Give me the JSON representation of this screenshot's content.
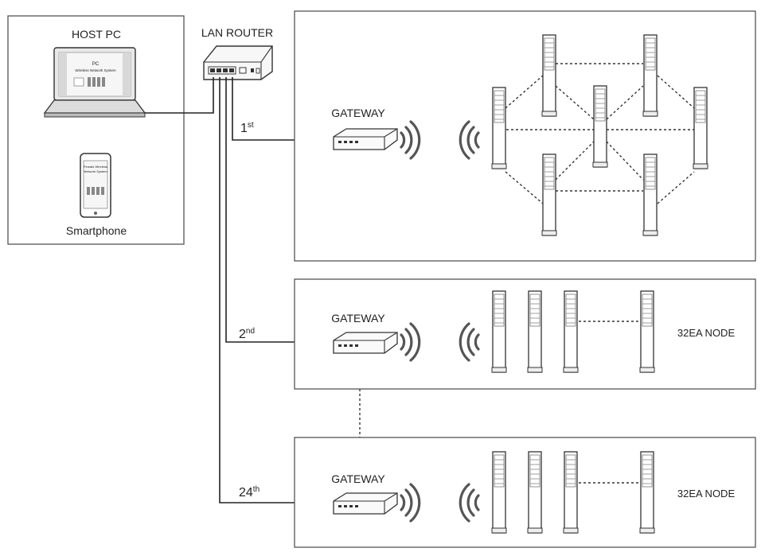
{
  "labels": {
    "host_pc": "HOST PC",
    "lan_router": "LAN ROUTER",
    "smartphone": "Smartphone",
    "gateway": "GATEWAY",
    "node_count": "32EA NODE"
  },
  "laptop_screen": {
    "line1": "PC",
    "line2": "Wireless Network System"
  },
  "phone_screen": {
    "line1": "Female Wireless",
    "line2": "Network System"
  },
  "networks": [
    {
      "num": "1",
      "suffix": "st"
    },
    {
      "num": "2",
      "suffix": "nd"
    },
    {
      "num": "24",
      "suffix": "th"
    }
  ],
  "icons": [
    "laptop-icon",
    "smartphone-icon",
    "router-icon",
    "gateway-icon",
    "wireless-signal-icon",
    "node-tower-icon"
  ]
}
